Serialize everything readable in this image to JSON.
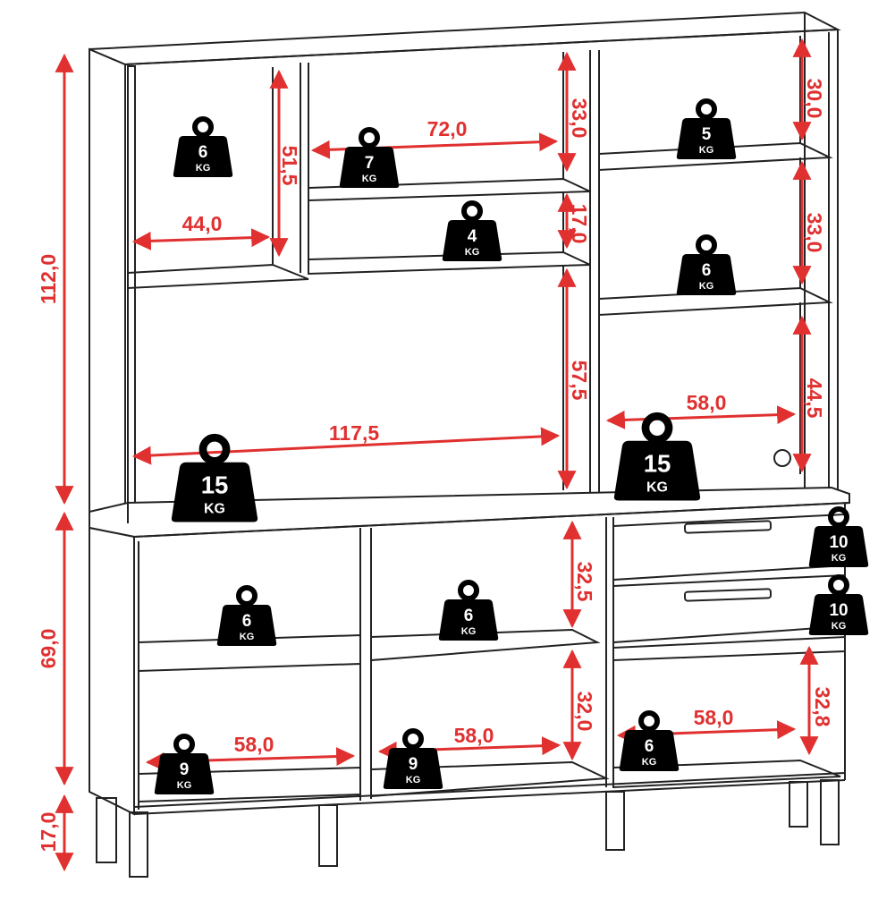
{
  "colors": {
    "dimension": "#e03030",
    "outline": "#222222",
    "weight": "#000000"
  },
  "dimensions": {
    "total_height_upper": "112,0",
    "total_height_lower": "69,0",
    "leg_height": "17,0",
    "w_left_top": "44,0",
    "h_left_top": "51,5",
    "w_mid_top": "72,0",
    "h_mid_top": "33,0",
    "h_mid_small": "17,0",
    "h_right_1": "30,0",
    "h_right_2": "33,0",
    "h_right_3": "44,5",
    "w_right_open": "58,0",
    "w_main_open": "117,5",
    "h_main_open": "57,5",
    "h_low_mid_top": "32,5",
    "h_low_mid_bottom": "32,0",
    "h_low_right": "32,8",
    "w_low_left": "58,0",
    "w_low_mid": "58,0",
    "w_low_right": "58,0"
  },
  "weights": {
    "top_left": "6",
    "top_mid": "7",
    "mid_small": "4",
    "right_1": "5",
    "right_2": "6",
    "main_left": "15",
    "main_right": "15",
    "drawer_1": "10",
    "drawer_2": "10",
    "low_left_shelf": "6",
    "low_mid_shelf": "6",
    "low_left_bottom": "9",
    "low_mid_bottom": "9",
    "low_right_bottom": "6",
    "unit": "KG"
  }
}
